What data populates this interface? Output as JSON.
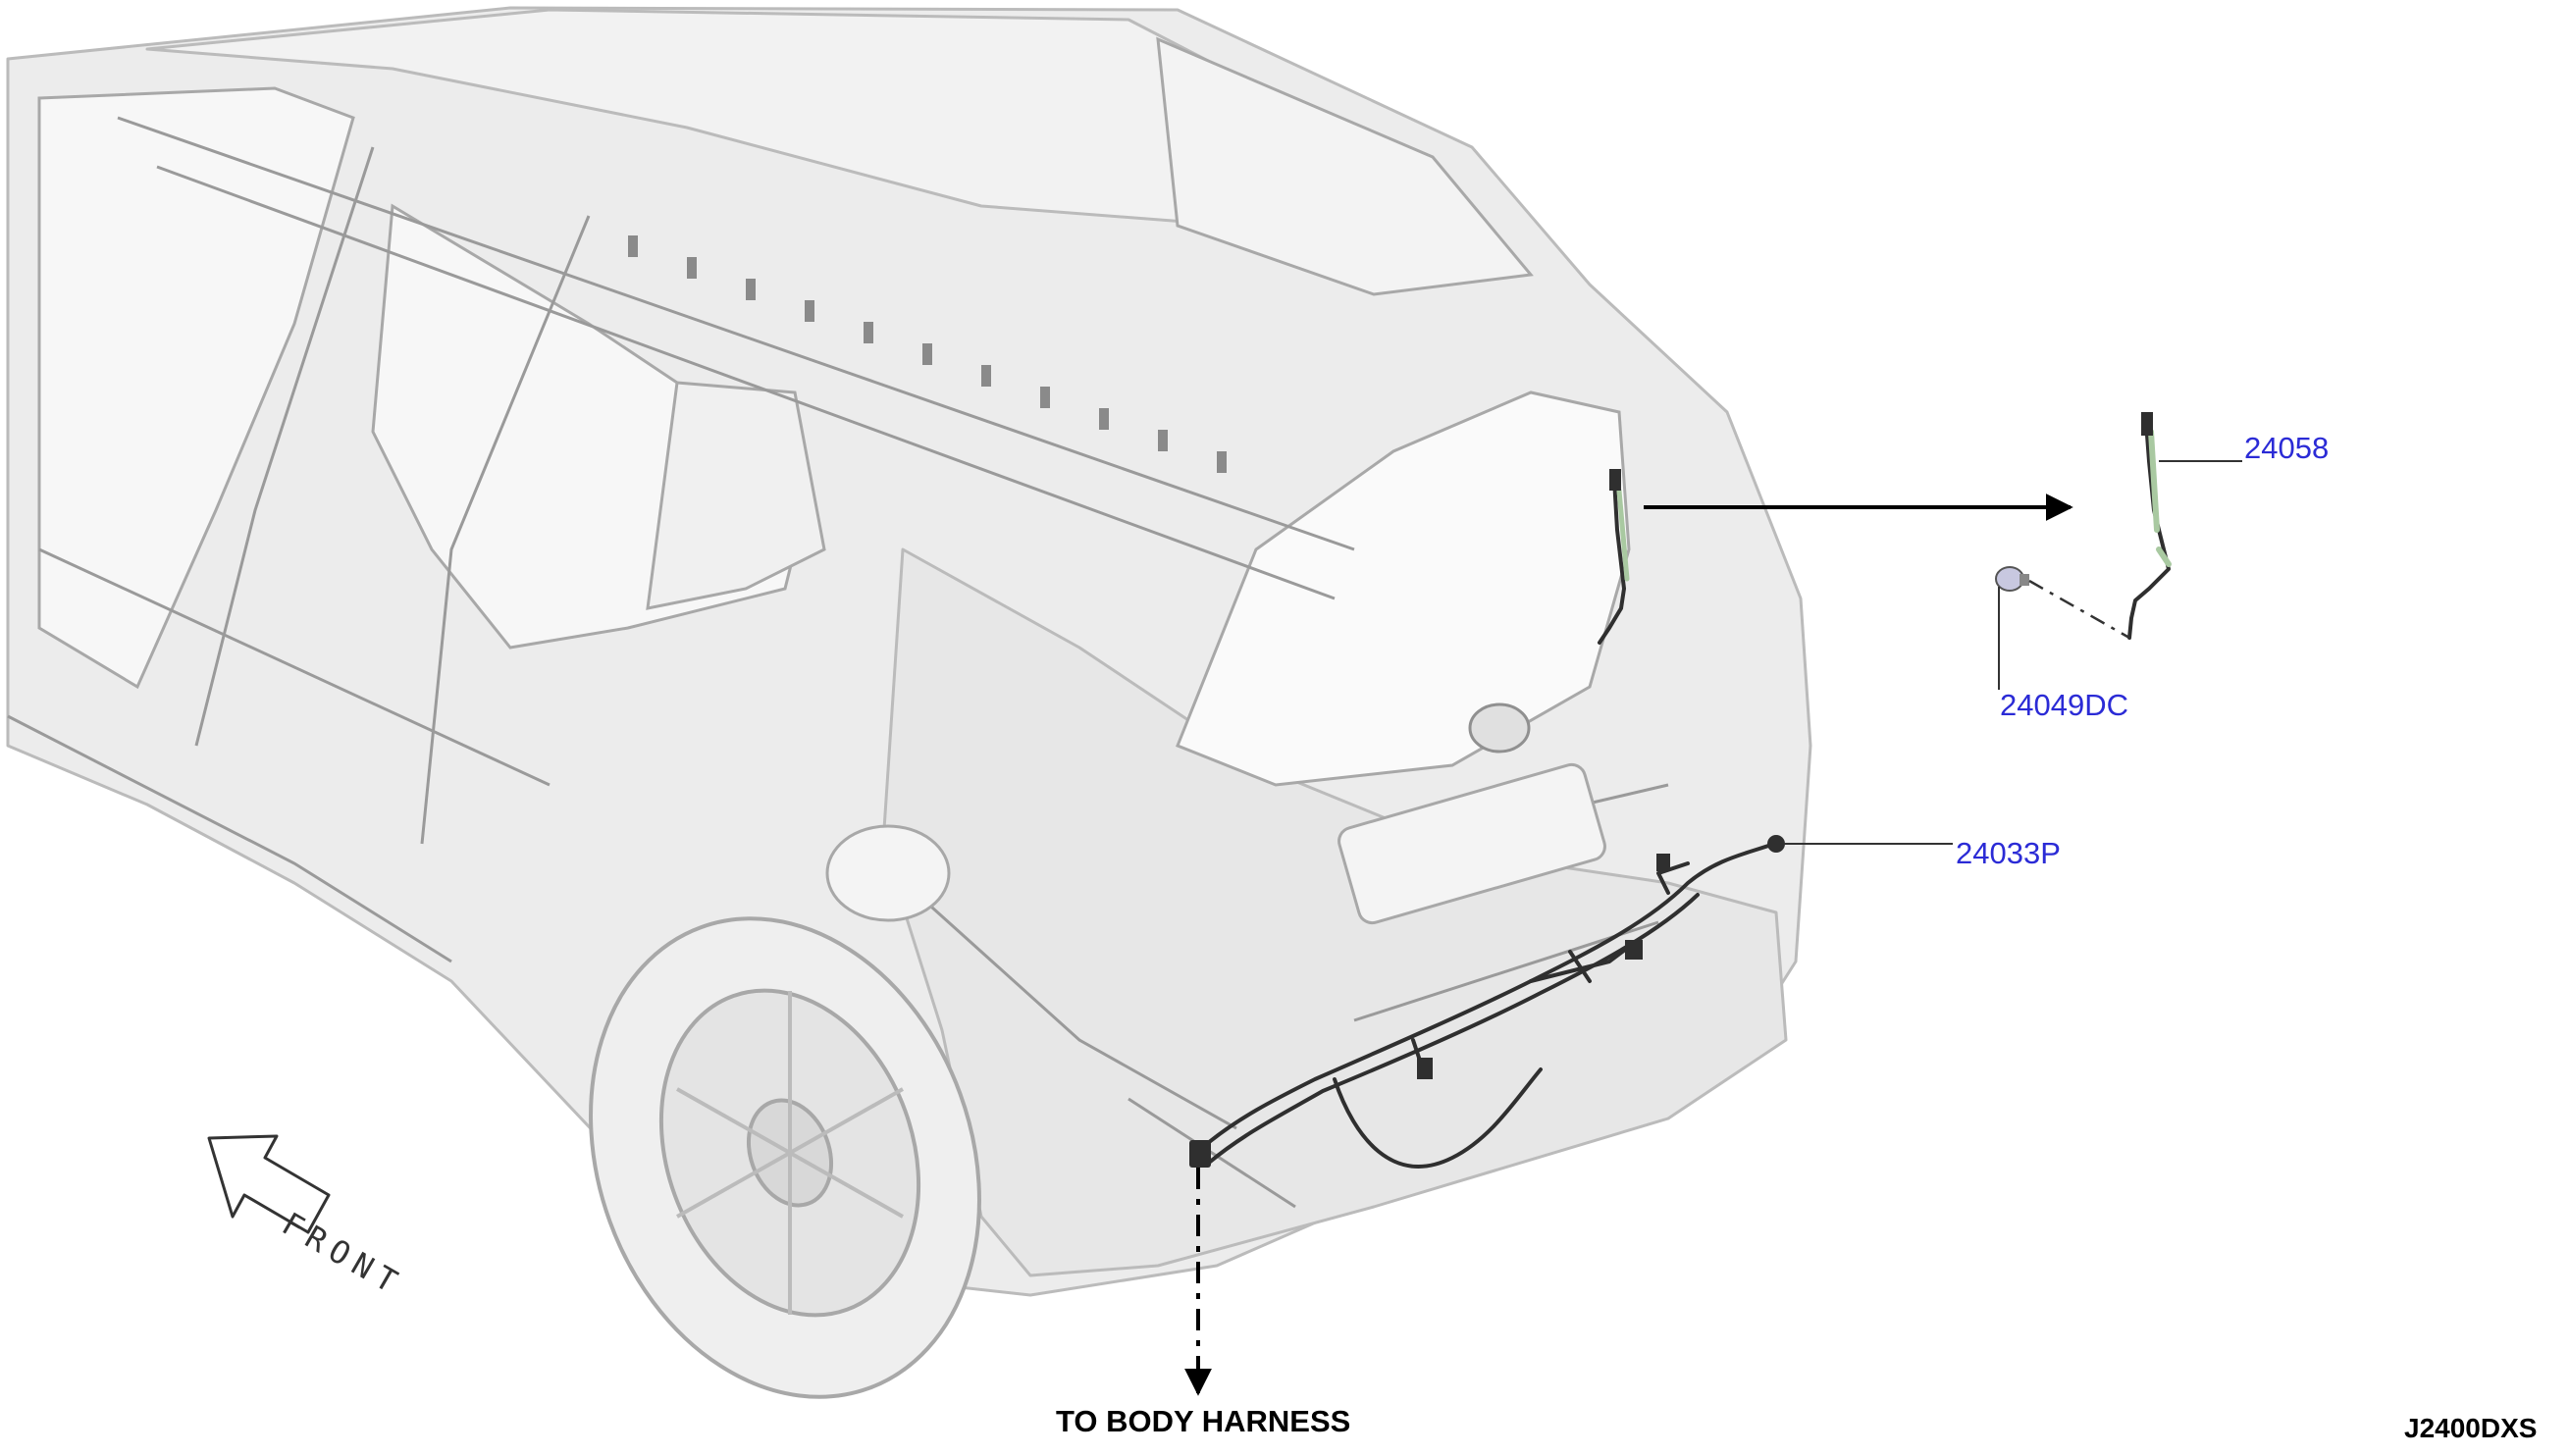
{
  "diagram": {
    "part_labels": [
      {
        "id": "p24058",
        "text": "24058"
      },
      {
        "id": "p24049",
        "text": "24049DC"
      },
      {
        "id": "p24033",
        "text": "24033P"
      }
    ],
    "direction_label": "FRONT",
    "destination_label": "TO BODY HARNESS",
    "drawing_code": "J2400DXS",
    "colors": {
      "label_link": "#2b2bd6",
      "leader_line": "#333333",
      "arrow": "#000000",
      "vehicle_outline": "#b8b8b8",
      "vehicle_fill": "#ececec",
      "harness": "#2f2f2f",
      "harness_highlight": "#a9c9a1"
    },
    "icons": [
      "front-arrow-icon",
      "down-arrow-icon",
      "right-arrow-icon"
    ]
  }
}
